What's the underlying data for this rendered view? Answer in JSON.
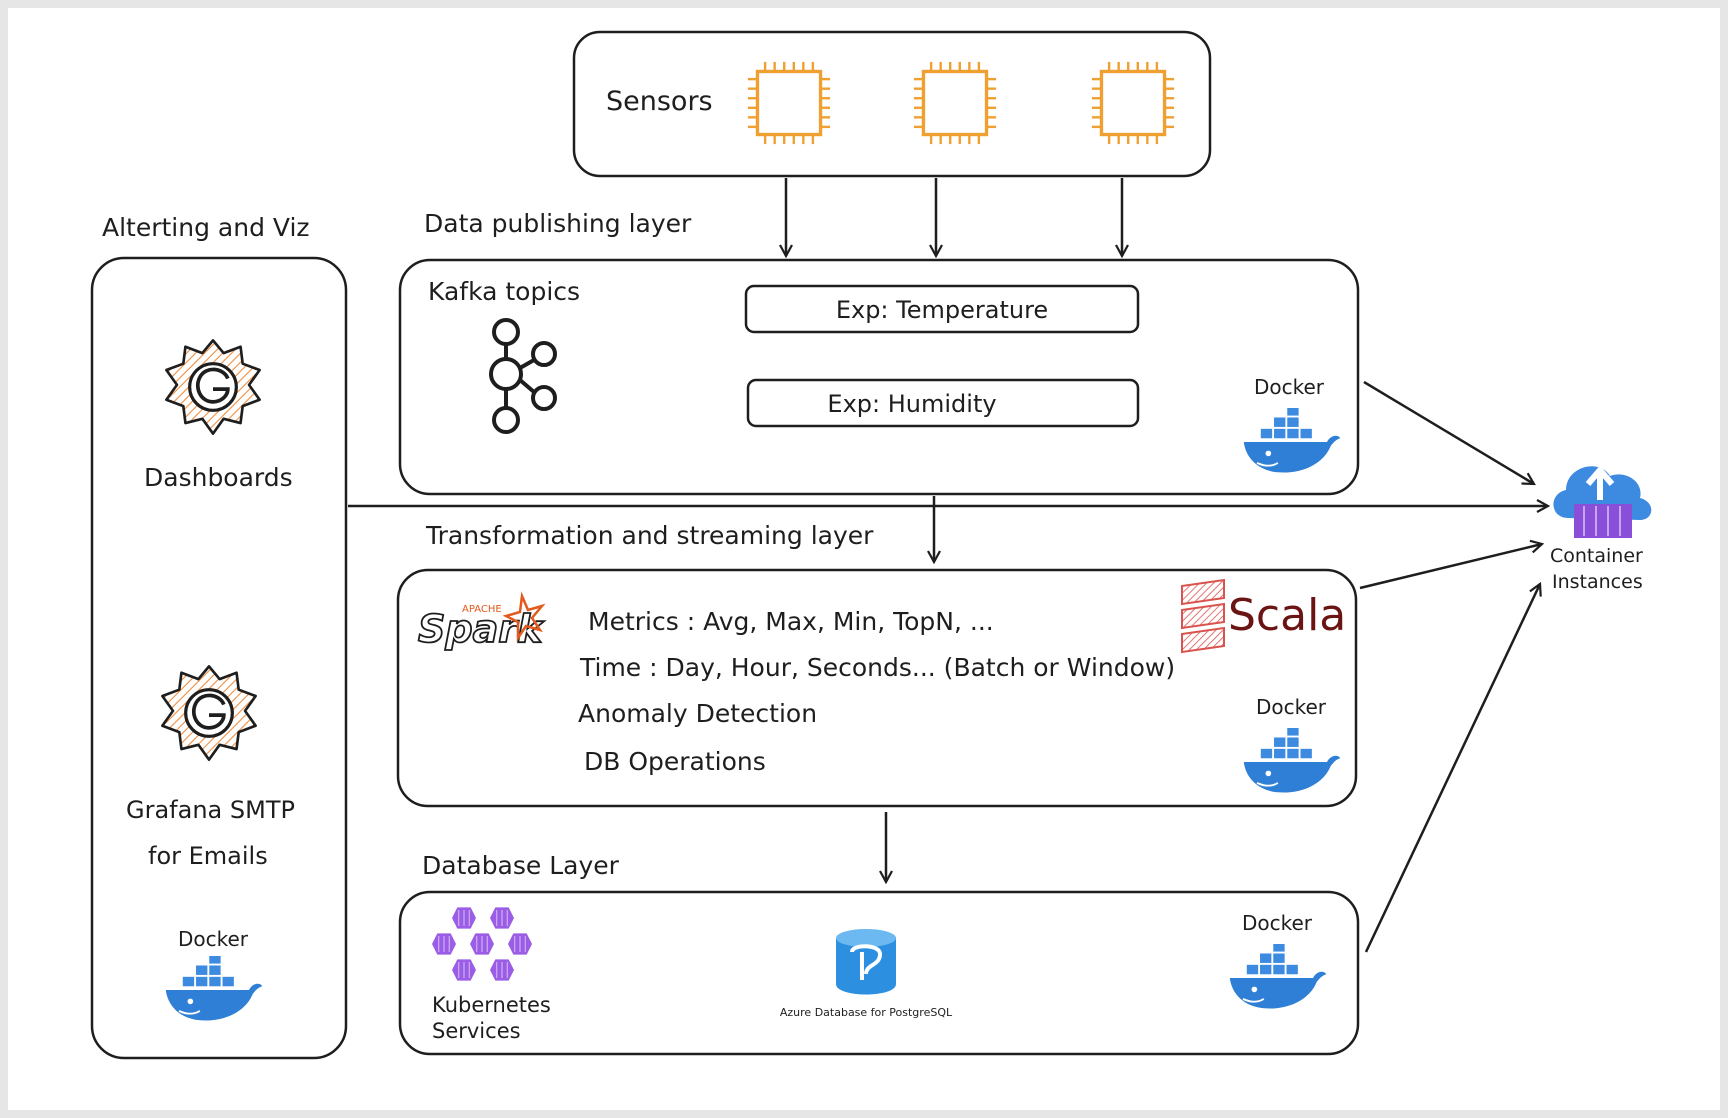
{
  "sensors": {
    "label": "Sensors",
    "chips": [
      "chip-icon",
      "chip-icon",
      "chip-icon"
    ],
    "chip_color": "#f0a030"
  },
  "alerting": {
    "title": "Alterting and Viz",
    "dashboards_label": "Dashboards",
    "smtp_line1": "Grafana SMTP",
    "smtp_line2": "for Emails",
    "docker_label": "Docker"
  },
  "publishing": {
    "title": "Data publishing layer",
    "kafka_label": "Kafka topics",
    "topic_temperature": "Exp: Temperature",
    "topic_humidity": "Exp: Humidity",
    "docker_label": "Docker"
  },
  "transformation": {
    "title": "Transformation and streaming layer",
    "metrics": "Metrics : Avg, Max, Min, TopN,  ...",
    "time": "Time : Day, Hour, Seconds... (Batch or Window)",
    "anomaly": "Anomaly Detection",
    "db_ops": "DB Operations",
    "spark_small": "APACHE",
    "spark_label": "Spark",
    "scala_label": "Scala",
    "docker_label": "Docker"
  },
  "database": {
    "title": "Database Layer",
    "k8s_line1": "Kubernetes",
    "k8s_line2": "Services",
    "postgres_label": "Azure Database for PostgreSQL",
    "docker_label": "Docker"
  },
  "container": {
    "line1": "Container",
    "line2": "Instances"
  },
  "colors": {
    "stroke": "#1e1e1e",
    "docker": "#2f7fd6",
    "grafana": "#f08a3a",
    "kubernetes": "#9b5de5",
    "azure": "#2c8fe0",
    "spark": "#e25a1c",
    "scala": "#8b1a1a"
  }
}
